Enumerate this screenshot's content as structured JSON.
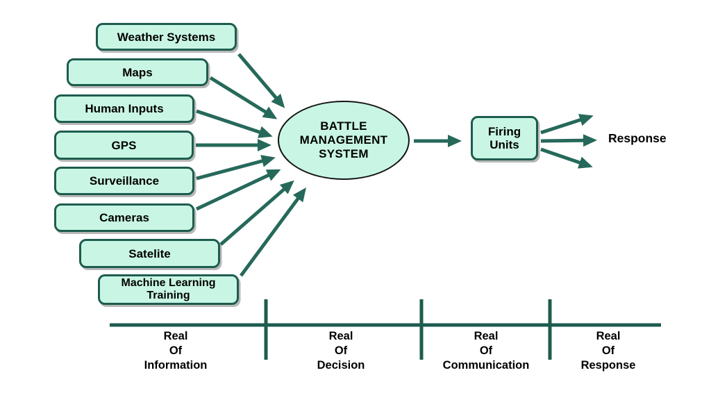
{
  "colors": {
    "box_fill": "#c9f6e4",
    "box_border": "#1d5c4e",
    "ellipse_border": "#141414",
    "arrow": "#26695a",
    "timeline": "#1d5c4e",
    "text": "#000000",
    "background": "#ffffff"
  },
  "sources": [
    {
      "label": "Weather Systems"
    },
    {
      "label": "Maps"
    },
    {
      "label": "Human Inputs"
    },
    {
      "label": "GPS"
    },
    {
      "label": "Surveillance"
    },
    {
      "label": "Cameras"
    },
    {
      "label": "Satelite"
    },
    {
      "label": "Machine Learning Training"
    }
  ],
  "hub": {
    "lines": [
      "BATTLE",
      "MANAGEMENT",
      "SYSTEM"
    ]
  },
  "firing_units": {
    "label": "Firing Units"
  },
  "response": {
    "label": "Response"
  },
  "timeline": {
    "segments": [
      {
        "lines": [
          "Real",
          "Of",
          "Information"
        ]
      },
      {
        "lines": [
          "Real",
          "Of",
          "Decision"
        ]
      },
      {
        "lines": [
          "Real",
          "Of",
          "Communication"
        ]
      },
      {
        "lines": [
          "Real",
          "Of",
          "Response"
        ]
      }
    ]
  }
}
